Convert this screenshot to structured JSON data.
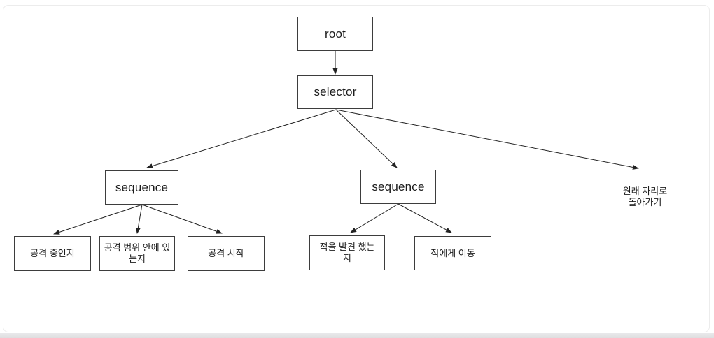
{
  "diagram": {
    "type": "behavior-tree",
    "nodes": [
      {
        "id": "root",
        "label": "root"
      },
      {
        "id": "selector",
        "label": "selector"
      },
      {
        "id": "sequence-left",
        "label": "sequence"
      },
      {
        "id": "sequence-mid",
        "label": "sequence"
      },
      {
        "id": "return-to-origin",
        "label": "원래 자리로 돌아가기"
      },
      {
        "id": "is-attacking",
        "label": "공격 중인지"
      },
      {
        "id": "in-attack-range",
        "label": "공격 범위 안에 있는지"
      },
      {
        "id": "start-attack",
        "label": "공격 시작"
      },
      {
        "id": "enemy-detected",
        "label": "적을 발견 했는지"
      },
      {
        "id": "move-to-enemy",
        "label": "적에게 이동"
      }
    ],
    "edges": [
      {
        "from": "root",
        "to": "selector"
      },
      {
        "from": "selector",
        "to": "sequence-left"
      },
      {
        "from": "selector",
        "to": "sequence-mid"
      },
      {
        "from": "selector",
        "to": "return-to-origin"
      },
      {
        "from": "sequence-left",
        "to": "is-attacking"
      },
      {
        "from": "sequence-left",
        "to": "in-attack-range"
      },
      {
        "from": "sequence-left",
        "to": "start-attack"
      },
      {
        "from": "sequence-mid",
        "to": "enemy-detected"
      },
      {
        "from": "sequence-mid",
        "to": "move-to-enemy"
      }
    ],
    "colors": {
      "node_border": "#3d3d3d",
      "node_fill": "#ffffff",
      "edge": "#222222",
      "text": "#1c1c1c",
      "canvas_bg": "#ffffff",
      "canvas_border": "#ececec",
      "bottom_band": "#e3e3e5"
    }
  }
}
